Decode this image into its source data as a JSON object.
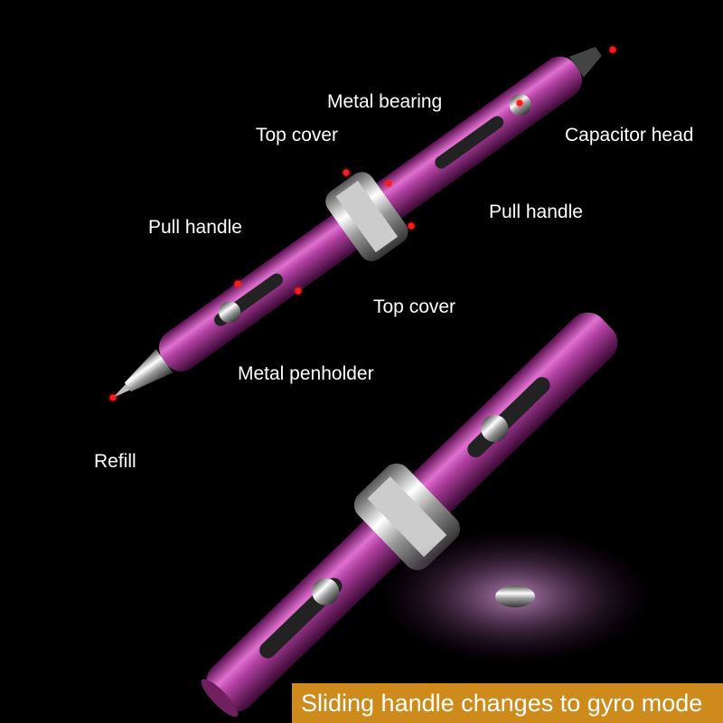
{
  "labels": {
    "metal_bearing": "Metal bearing",
    "top_cover_upper": "Top cover",
    "capacitor_head": "Capacitor head",
    "pull_handle_left": "Pull handle",
    "pull_handle_right": "Pull handle",
    "top_cover_lower": "Top cover",
    "metal_penholder": "Metal penholder",
    "refill": "Refill"
  },
  "banner": "Sliding handle changes to gyro mode",
  "colors": {
    "pen_body": "#a0308a",
    "dot": "#ff1a1a",
    "banner": "#cf8a1c"
  }
}
